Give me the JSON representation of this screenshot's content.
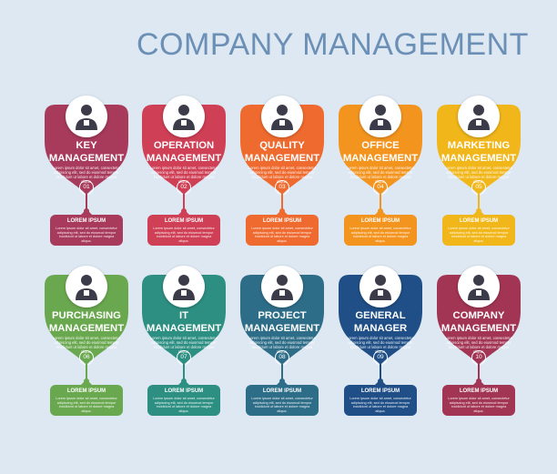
{
  "title": "COMPANY MANAGEMENT",
  "card_description": "Lorem ipsum dolor sit amet, consectetur adipiscing elit, sed do eiusmod tempor incididunt ut labore et dolore magna aliqua.",
  "lorem_title": "LOREM IPSUM",
  "lorem_text": "Lorem ipsum dolor sit amet, consectetur adipiscing elit, sed do eiusmod tempor incididunt ut labore et dolore magna aliqua.",
  "cards": [
    {
      "line1": "KEY",
      "line2": "MANAGEMENT",
      "number": "01",
      "color": "#a83a5b",
      "icon": "key-manager-icon"
    },
    {
      "line1": "OPERATION",
      "line2": "MANAGEMENT",
      "number": "02",
      "color": "#cf3f55",
      "icon": "operation-gear-icon"
    },
    {
      "line1": "QUALITY",
      "line2": "MANAGEMENT",
      "number": "03",
      "color": "#ef6a2e",
      "icon": "quality-certificate-icon"
    },
    {
      "line1": "OFFICE",
      "line2": "MANAGEMENT",
      "number": "04",
      "color": "#f3941f",
      "icon": "office-desk-icon"
    },
    {
      "line1": "MARKETING",
      "line2": "MANAGEMENT",
      "number": "05",
      "color": "#f1b619",
      "icon": "marketing-chart-icon"
    },
    {
      "line1": "PURCHASING",
      "line2": "MANAGEMENT",
      "number": "06",
      "color": "#6aa84f",
      "icon": "purchasing-cart-icon"
    },
    {
      "line1": "IT",
      "line2": "MANAGEMENT",
      "number": "07",
      "color": "#2d8f82",
      "icon": "it-support-icon"
    },
    {
      "line1": "PROJECT",
      "line2": "MANAGEMENT",
      "number": "08",
      "color": "#2e6d88",
      "icon": "project-presentation-icon"
    },
    {
      "line1": "GENERAL",
      "line2": "MANAGER",
      "number": "09",
      "color": "#1f4f86",
      "icon": "general-manager-team-icon"
    },
    {
      "line1": "COMPANY",
      "line2": "MANAGEMENT",
      "number": "10",
      "color": "#a23553",
      "icon": "company-building-icon"
    }
  ]
}
